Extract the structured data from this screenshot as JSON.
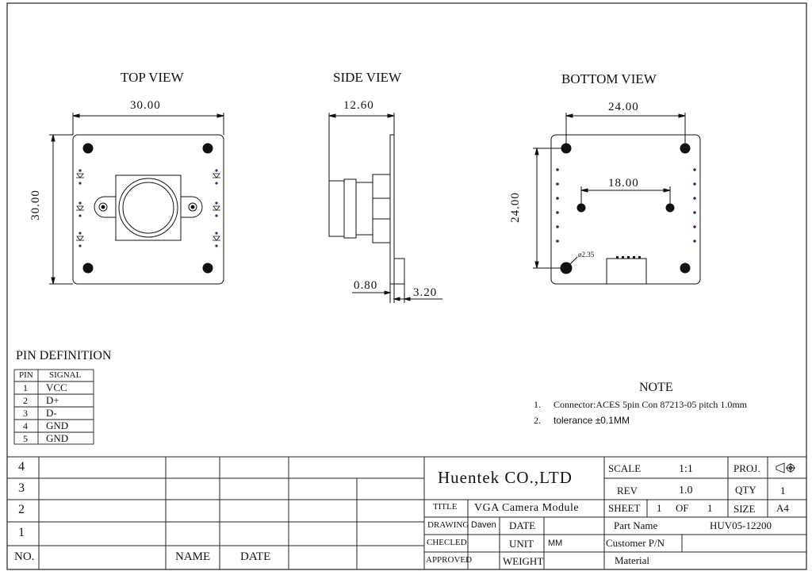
{
  "views": {
    "top": {
      "title": "TOP VIEW",
      "width_dim": "30.00",
      "height_dim": "30.00"
    },
    "side": {
      "title": "SIDE VIEW",
      "width_dim": "12.60",
      "board_dim": "0.80",
      "connector_dim": "3.20"
    },
    "bottom": {
      "title": "BOTTOM VIEW",
      "outer_dim": "24.00",
      "inner_dim": "18.00",
      "height_dim": "24.00",
      "hole_dim": "ø2.35"
    }
  },
  "pin_definition": {
    "title": "PIN DEFINITION",
    "headers": [
      "PIN",
      "SIGNAL"
    ],
    "rows": [
      {
        "pin": "1",
        "signal": "VCC"
      },
      {
        "pin": "2",
        "signal": "D+"
      },
      {
        "pin": "3",
        "signal": "D-"
      },
      {
        "pin": "4",
        "signal": "GND"
      },
      {
        "pin": "5",
        "signal": "GND"
      }
    ]
  },
  "note": {
    "title": "NOTE",
    "items": [
      {
        "num": "1.",
        "text": "Connector:ACES 5pin Con 87213-05 pitch 1.0mm"
      },
      {
        "num": "2.",
        "text": "tolerance ±0.1MM"
      }
    ]
  },
  "title_block": {
    "rev_rows": [
      "4",
      "3",
      "2",
      "1"
    ],
    "rev_headers": {
      "no": "NO.",
      "name": "NAME",
      "date": "DATE"
    },
    "company": "Huentek CO.,LTD",
    "title_label": "TITLE",
    "title_value": "VGA Camera Module",
    "drawing_label": "DRAWING",
    "drawing_value": "Daven",
    "checked_label": "CHECLED",
    "approved_label": "APPROVED",
    "date_label": "DATE",
    "unit_label": "UNIT",
    "unit_value": "MM",
    "weight_label": "WEIGHT",
    "scale_label": "SCALE",
    "scale_value": "1:1",
    "proj_label": "PROJ.",
    "rev_label": "REV",
    "rev_value": "1.0",
    "qty_label": "QTY",
    "qty_value": "1",
    "sheet_label": "SHEET",
    "sheet_value": "1",
    "of_label": "OF",
    "of_value": "1",
    "size_label": "SIZE",
    "size_value": "A4",
    "part_name_label": "Part Name",
    "part_name_value": "HUV05-12200",
    "customer_pn_label": "Customer P/N",
    "material_label": "Material"
  }
}
